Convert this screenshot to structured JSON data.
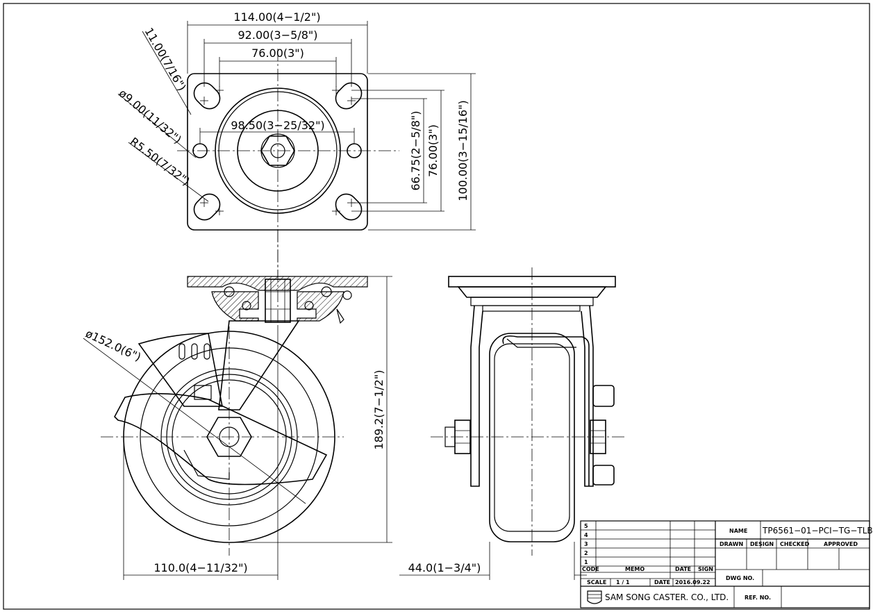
{
  "dimensions": {
    "top_width_114": "114.00(4−1/2\")",
    "top_width_92": "92.00(3−5/8\")",
    "top_width_76": "76.00(3\")",
    "slot_11": "11.00(7/16\")",
    "bolt_circle": "98.50(3−25/32\")",
    "hole_dia_9": "ø9.00(11/32\")",
    "radius_5_5": "R5.50(7/32\")",
    "v_66_75": "66.75(2−5/8\")",
    "v_76": "76.00(3\")",
    "v_100": "100.00(3−15/16\")",
    "wheel_dia": "ø152.0(6\")",
    "height_189": "189.2(7−1/2\")",
    "offset_110": "110.0(4−11/32\")",
    "width_44": "44.0(1−3/4\")"
  },
  "title_block": {
    "revisions": [
      "5",
      "4",
      "3",
      "2",
      "1"
    ],
    "code_label": "CODE",
    "memo_label": "MEMO",
    "date_label": "DATE",
    "sign_label": "SIGN",
    "scale_label": "SCALE",
    "scale_value": "1  /  1",
    "date_label2": "DATE",
    "date_value": "2016.09.22",
    "name_label": "NAME",
    "name_value": "TP6561−01−PCI−TG−TLB",
    "drawn_label": "DRAWN",
    "design_label": "DESIGN",
    "checked_label": "CHECKED",
    "approved_label": "APPROVED",
    "dwg_no_label": "DWG NO.",
    "company": "SAM SONG CASTER. CO., LTD.",
    "ref_no_label": "REF. NO."
  }
}
